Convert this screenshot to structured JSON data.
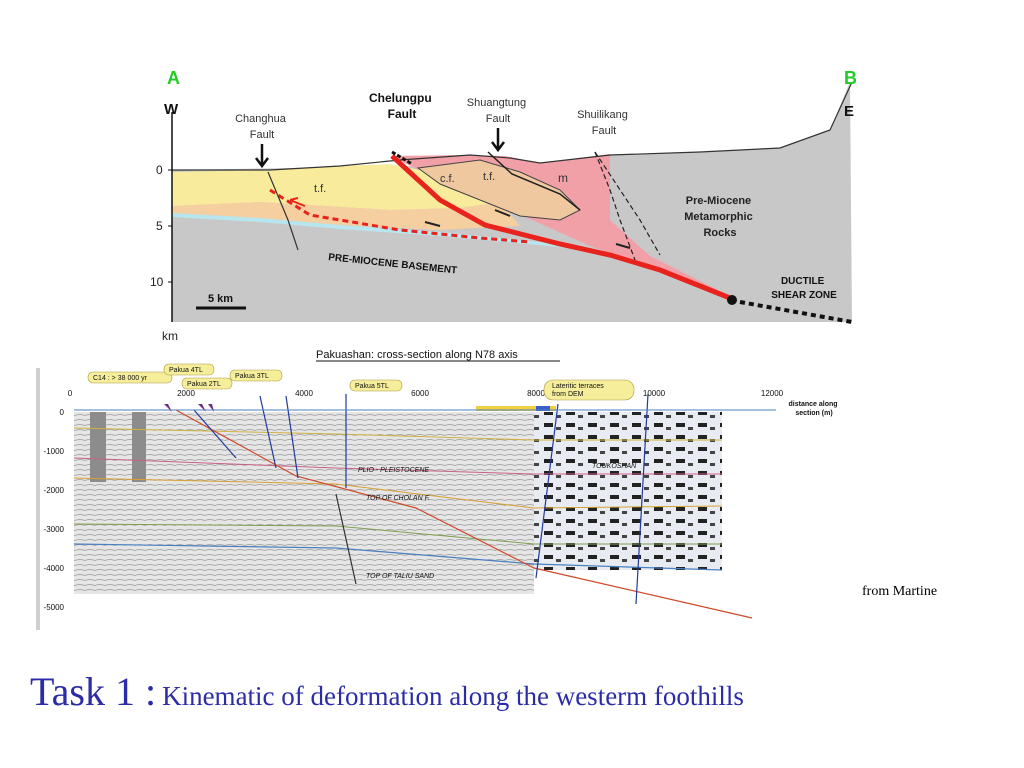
{
  "top_section": {
    "end_a": "A",
    "end_b": "B",
    "west": "W",
    "east": "E",
    "depth_ticks": [
      "0",
      "5",
      "10"
    ],
    "depth_unit": "km",
    "scale_bar": "5 km",
    "faults": {
      "changhua": [
        "Changhua",
        "Fault"
      ],
      "chelungpu": [
        "Chelungpu",
        "Fault"
      ],
      "shuangtung": [
        "Shuangtung",
        "Fault"
      ],
      "shuilikang": [
        "Shuilikang",
        "Fault"
      ]
    },
    "units": {
      "tf_left": "t.f.",
      "cf": "c.f.",
      "tf_right": "t.f.",
      "m": "m"
    },
    "basement": "PRE-MIOCENE BASEMENT",
    "metamorphic": [
      "Pre-Miocene",
      "Metamorphic",
      "Rocks"
    ],
    "shear_zone": [
      "DUCTILE",
      "SHEAR ZONE"
    ]
  },
  "seismic_section": {
    "title": "Pakuashan: cross-section along N78 axis",
    "distance_ticks": [
      "0",
      "2000",
      "4000",
      "6000",
      "8000",
      "10000",
      "12000"
    ],
    "distance_label": [
      "distance along",
      "section (m)"
    ],
    "depth_ticks": [
      "0",
      "-1000",
      "-2000",
      "-3000",
      "-4000",
      "-5000"
    ],
    "callouts": {
      "c14": "C14 : > 38 000 yr",
      "pakua4": "Pakua 4TL",
      "pakua2": "Pakua 2TL",
      "pakua3": "Pakua 3TL",
      "pakua5": "Pakua 5TL",
      "lateritic": [
        "Lateritic terraces",
        "from DEM"
      ]
    },
    "horizons": {
      "plio": "PLIO - PLEISTOCENE",
      "top_cholan": "TOP OF CHOLAN F.",
      "top_taliu": "TOP OF TALIU SAND",
      "toukoshan": "TOUKOSHAN"
    }
  },
  "credit": "from Martine",
  "slide_title": {
    "main": "Task 1 :",
    "sub": "Kinematic of deformation along the westerm foothills"
  },
  "colors": {
    "title": "#2c2ca8",
    "endpoint_label": "#22cc22",
    "fault_red": "#e8221c",
    "thrust_pink": "#f2a0a8",
    "yellow_unit": "#f8ec9c",
    "peach_unit": "#f6cfa0",
    "basement_grey": "#c8c8c8"
  }
}
